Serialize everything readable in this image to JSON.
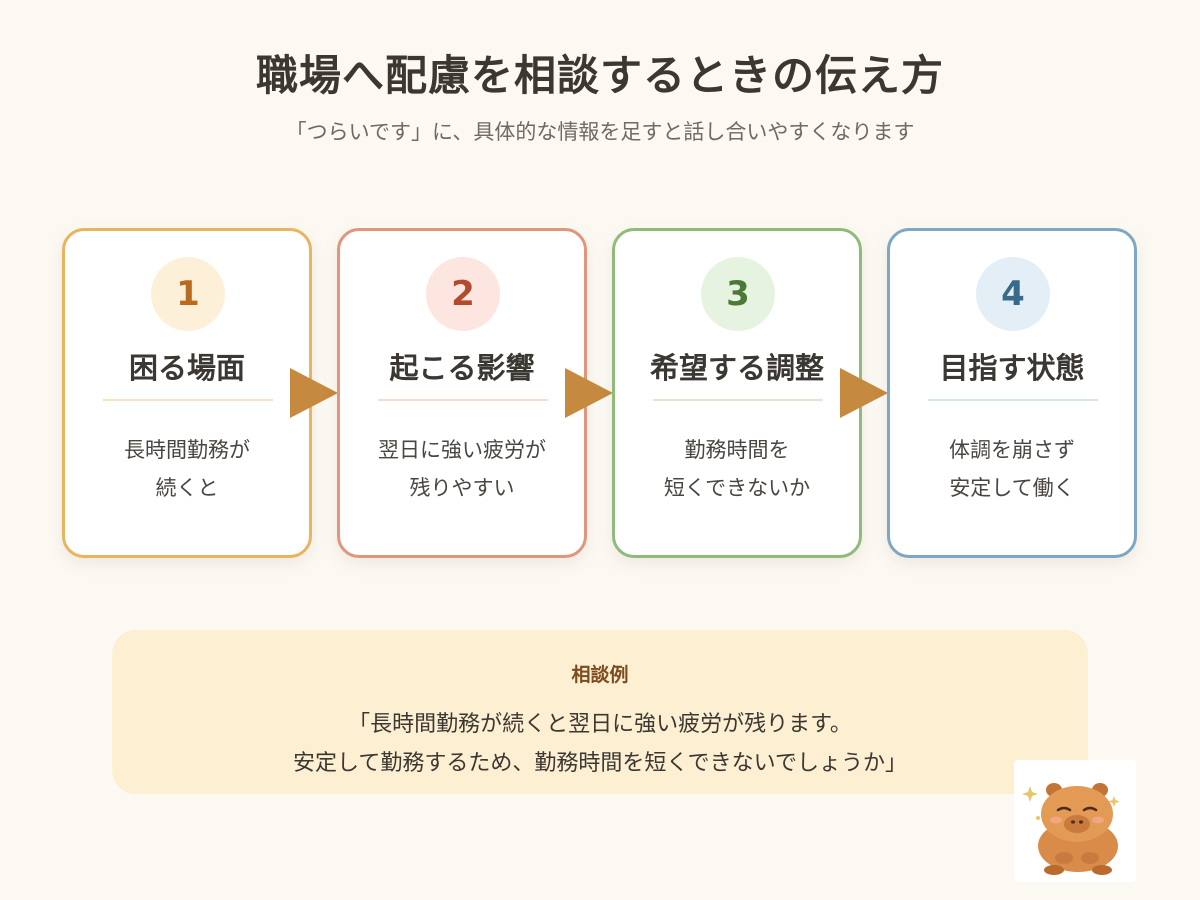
{
  "header": {
    "title": "職場へ配慮を相談するときの伝え方",
    "subtitle": "「つらいです」に、具体的な情報を足すと話し合いやすくなります"
  },
  "steps": [
    {
      "number": "1",
      "title": "困る場面",
      "lines": [
        "長時間勤務が",
        "続くと"
      ],
      "color": "#e9b45e",
      "badge_bg": "#fdf0d9",
      "number_color": "#b86a22",
      "divider_color": "#f5e3c4"
    },
    {
      "number": "2",
      "title": "起こる影響",
      "lines": [
        "翌日に強い疲労が",
        "残りやすい"
      ],
      "color": "#e0957d",
      "badge_bg": "#fce6df",
      "number_color": "#b34a2e",
      "divider_color": "#f5ddd4"
    },
    {
      "number": "3",
      "title": "希望する調整",
      "lines": [
        "勤務時間を",
        "短くできないか"
      ],
      "color": "#8fbb7a",
      "badge_bg": "#e6f3e0",
      "number_color": "#4a7a35",
      "divider_color": "#dcead4"
    },
    {
      "number": "4",
      "title": "目指す状態",
      "lines": [
        "体調を崩さず",
        "安定して働く"
      ],
      "color": "#7ea7c3",
      "badge_bg": "#e3eef6",
      "number_color": "#386a8c",
      "divider_color": "#d9e6ef"
    }
  ],
  "arrow_color": "#c5893f",
  "example": {
    "label": "相談例",
    "line1": "「長時間勤務が続くと翌日に強い疲労が残ります。",
    "line2": "安定して勤務するため、勤務時間を短くできないでしょうか」"
  },
  "mascot": {
    "icon": "capybara-mascot-icon"
  }
}
